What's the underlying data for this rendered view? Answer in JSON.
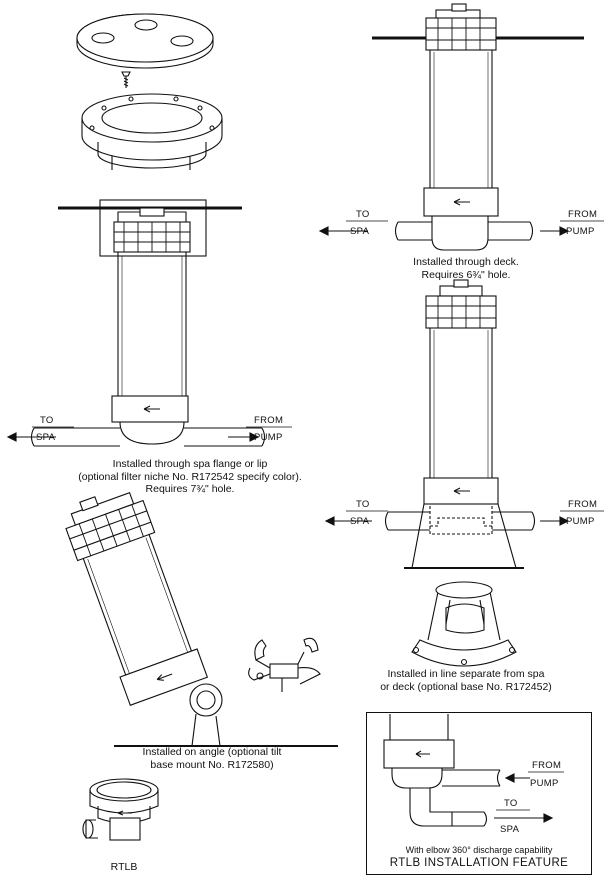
{
  "labels": {
    "to": "TO",
    "spa": "SPA",
    "from": "FROM",
    "pump": "PUMP"
  },
  "captions": {
    "spa_flange": [
      "Installed through spa flange or lip",
      "(optional filter niche No. R172542 specify color).",
      "Requires 7¾\" hole."
    ],
    "deck": [
      "Installed through deck.",
      "Requires 6¾\" hole."
    ],
    "inline": [
      "Installed in line separate from spa",
      "or deck (optional base No. R172452)"
    ],
    "angle": [
      "Installed on angle (optional tilt",
      "base mount No. R172580)"
    ],
    "rtlb": "RTLB"
  },
  "feature": {
    "note": "With elbow 360° discharge capability",
    "title": "RTLB INSTALLATION FEATURE"
  }
}
